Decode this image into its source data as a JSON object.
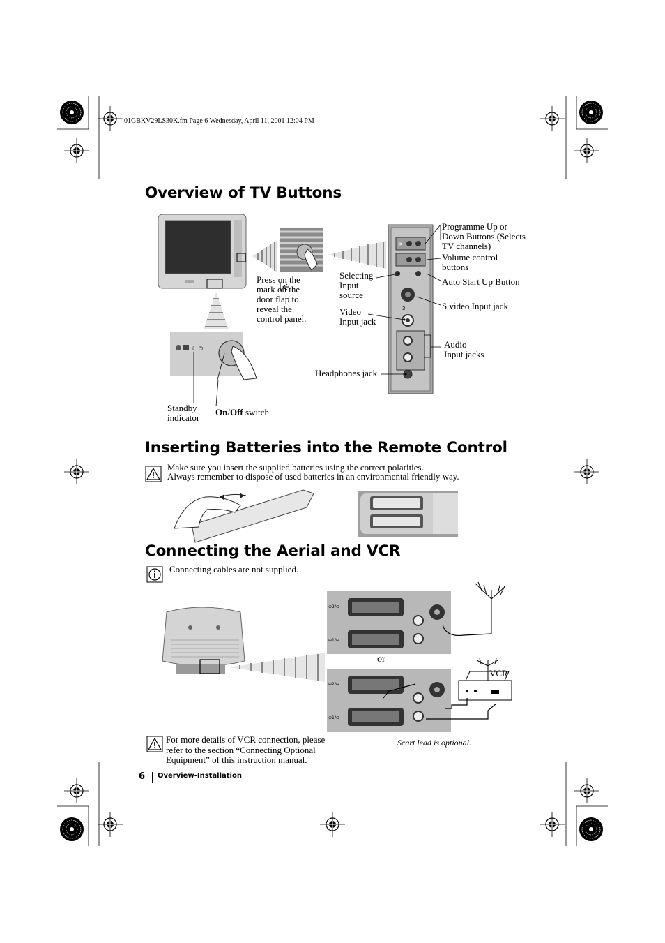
{
  "header": {
    "file_info": "01GBKV29LS30K.fm  Page 6  Wednesday, April 11, 2001  12:04 PM"
  },
  "sections": {
    "overview": {
      "title": "Overview of TV Buttons",
      "press_note": "Press on the\nmark       on the\ndoor flap to\nreveal the\ncontrol panel.",
      "labels": {
        "programme": "Programme Up or\nDown Buttons (Selects\nTV channels)",
        "volume": "Volume control\nbuttons",
        "auto_start": "Auto Start Up Button",
        "s_video": "S video Input jack",
        "selecting": "Selecting\nInput\nsource",
        "video": "Video\nInput jack",
        "audio": "Audio\nInput jacks",
        "headphones": "Headphones jack",
        "standby": "Standby\nindicator",
        "on_off_bold": "On",
        "on_off_sep": "/",
        "on_off_bold2": "Off",
        "on_off_rest": " switch"
      }
    },
    "batteries": {
      "title": "Inserting Batteries into the Remote Control",
      "note_line1": "Make sure you insert the supplied batteries using the correct polarities.",
      "note_line2": "Always remember to dispose of used batteries in an environmental friendly way."
    },
    "aerial": {
      "title": "Connecting the Aerial and VCR",
      "info": "Connecting cables are not supplied.",
      "or": "or",
      "vcr": "VCR",
      "scart_note": "Scart lead is optional.",
      "vcr_note": "For more details of VCR connection, please\nrefer to the section “Connecting Optional\nEquipment” of this instruction manual."
    }
  },
  "footer": {
    "page_number": "6",
    "section": "Overview-Installation"
  },
  "icons": [
    "warning-icon",
    "info-icon",
    "registration-mark-icon",
    "sunburst-mark-icon",
    "hand-icon",
    "antenna-icon"
  ]
}
